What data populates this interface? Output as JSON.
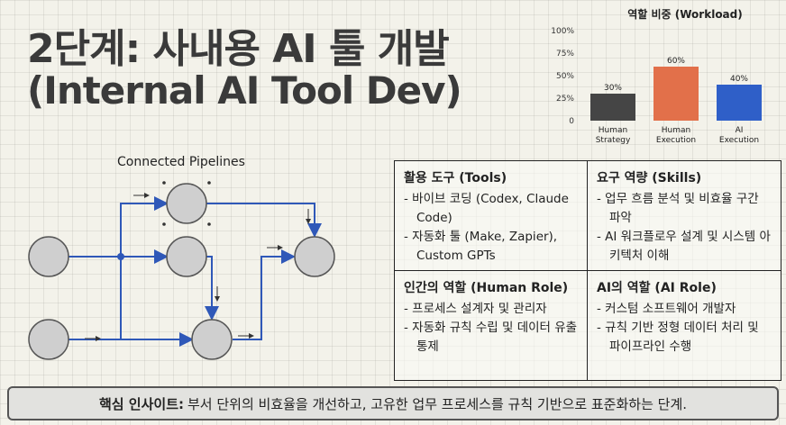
{
  "title": {
    "line1": "2단계: 사내용 AI 툴 개발",
    "line2": "(Internal AI Tool Dev)"
  },
  "chart_data": {
    "type": "bar",
    "title": "역할 비중 (Workload)",
    "categories": [
      [
        "Human",
        "Strategy"
      ],
      [
        "Human",
        "Execution"
      ],
      [
        "AI",
        "Execution"
      ]
    ],
    "values": [
      30,
      60,
      40
    ],
    "value_labels": [
      "30%",
      "60%",
      "40%"
    ],
    "colors": [
      "#454545",
      "#e2704a",
      "#2f5fc8"
    ],
    "ylim": [
      0,
      100
    ],
    "yticks": [
      "0",
      "25%",
      "50%",
      "75%",
      "100%"
    ],
    "grid": false,
    "legend": "none"
  },
  "pipeline": {
    "title": "Connected Pipelines"
  },
  "cards": [
    {
      "heading": "활용 도구 (Tools)",
      "items": [
        "바이브 코딩 (Codex, Claude Code)",
        "자동화 툴 (Make, Zapier), Custom GPTs"
      ]
    },
    {
      "heading": "요구 역량 (Skills)",
      "items": [
        "업무 흐름 분석 및 비효율 구간 파악",
        "AI 워크플로우 설계 및 시스템 아키텍처 이해"
      ]
    },
    {
      "heading": "인간의 역할 (Human Role)",
      "items": [
        "프로세스 설계자 및 관리자",
        "자동화 규칙 수립 및 데이터 유출 통제"
      ]
    },
    {
      "heading": "AI의 역할 (AI Role)",
      "items": [
        "커스텀 소프트웨어 개발자",
        "규칙 기반 정형 데이터 처리 및 파이프라인 수행"
      ]
    }
  ],
  "insight": {
    "label": "핵심 인사이트:",
    "text": "부서 단위의 비효율을 개선하고, 고유한 업무 프로세스를 규칙 기반으로 표준화하는 단계."
  }
}
